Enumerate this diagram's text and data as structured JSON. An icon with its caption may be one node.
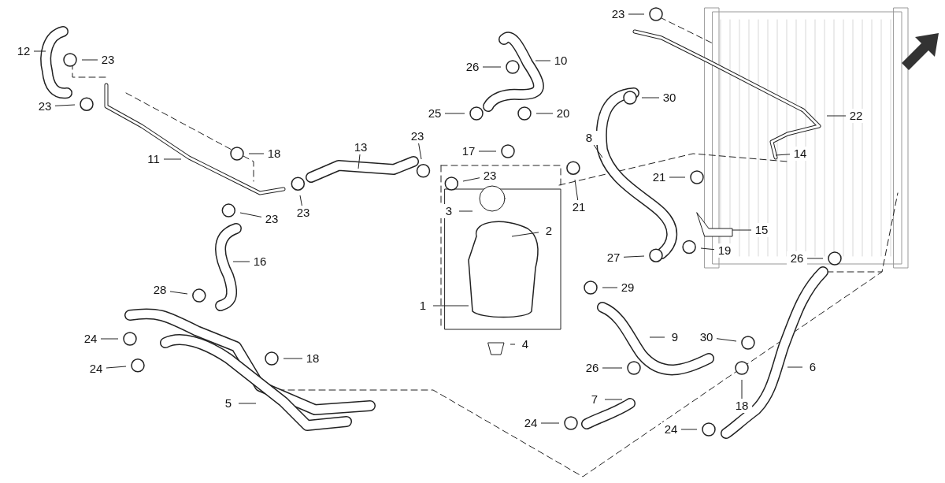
{
  "diagram": {
    "nodes": [
      {
        "text": [
          "12"
        ]
      },
      {
        "text": [
          "23"
        ]
      },
      {
        "text": [
          "23"
        ]
      },
      {
        "text": [
          "11"
        ]
      },
      {
        "text": [
          "18"
        ]
      },
      {
        "text": [
          "13"
        ]
      },
      {
        "text": [
          "23"
        ]
      },
      {
        "text": [
          "23"
        ]
      },
      {
        "text": [
          "23"
        ]
      },
      {
        "text": [
          "16"
        ]
      },
      {
        "text": [
          "28"
        ]
      },
      {
        "text": [
          "24"
        ]
      },
      {
        "text": [
          "24"
        ]
      },
      {
        "text": [
          "18"
        ]
      },
      {
        "text": [
          "5"
        ]
      },
      {
        "text": [
          "26"
        ]
      },
      {
        "text": [
          "10"
        ]
      },
      {
        "text": [
          "25"
        ]
      },
      {
        "text": [
          "20"
        ]
      },
      {
        "text": [
          "17"
        ]
      },
      {
        "text": [
          "23"
        ]
      },
      {
        "text": [
          "3"
        ]
      },
      {
        "text": [
          "2"
        ]
      },
      {
        "text": [
          "1"
        ]
      },
      {
        "text": [
          "4"
        ]
      },
      {
        "text": [
          "23"
        ]
      },
      {
        "text": [
          "30"
        ]
      },
      {
        "text": [
          "8"
        ]
      },
      {
        "text": [
          "22"
        ]
      },
      {
        "text": [
          "14"
        ]
      },
      {
        "text": [
          "21"
        ]
      },
      {
        "text": [
          "21"
        ]
      },
      {
        "text": [
          "15"
        ]
      },
      {
        "text": [
          "27"
        ]
      },
      {
        "text": [
          "19"
        ]
      },
      {
        "text": [
          "26"
        ]
      },
      {
        "text": [
          "29"
        ]
      },
      {
        "text": [
          "9"
        ]
      },
      {
        "text": [
          "30"
        ]
      },
      {
        "text": [
          "26"
        ]
      },
      {
        "text": [
          "6"
        ]
      },
      {
        "text": [
          "18"
        ]
      },
      {
        "text": [
          "7"
        ]
      },
      {
        "text": [
          "24"
        ]
      },
      {
        "text": [
          "24"
        ]
      }
    ],
    "edges": [
      {
        "from": 0,
        "to": null,
        "arrow": "none"
      },
      {
        "from": 1,
        "to": null,
        "arrow": "none"
      },
      {
        "from": 2,
        "to": null,
        "arrow": "none"
      },
      {
        "from": 3,
        "to": null,
        "arrow": "none"
      },
      {
        "from": 4,
        "to": null,
        "arrow": "none"
      },
      {
        "from": 5,
        "to": null,
        "arrow": "none"
      },
      {
        "from": 6,
        "to": null,
        "arrow": "none"
      },
      {
        "from": 7,
        "to": null,
        "arrow": "none"
      },
      {
        "from": 8,
        "to": null,
        "arrow": "none"
      },
      {
        "from": 9,
        "to": null,
        "arrow": "none"
      },
      {
        "from": 10,
        "to": null,
        "arrow": "none"
      },
      {
        "from": 11,
        "to": null,
        "arrow": "none"
      },
      {
        "from": 12,
        "to": null,
        "arrow": "none"
      },
      {
        "from": 13,
        "to": null,
        "arrow": "none"
      },
      {
        "from": 14,
        "to": null,
        "arrow": "none"
      },
      {
        "from": 15,
        "to": null,
        "arrow": "none"
      },
      {
        "from": 16,
        "to": null,
        "arrow": "none"
      },
      {
        "from": 17,
        "to": null,
        "arrow": "none"
      },
      {
        "from": 18,
        "to": null,
        "arrow": "none"
      },
      {
        "from": 19,
        "to": null,
        "arrow": "none"
      },
      {
        "from": 20,
        "to": null,
        "arrow": "none"
      },
      {
        "from": 21,
        "to": null,
        "arrow": "none"
      },
      {
        "from": 22,
        "to": null,
        "arrow": "none"
      },
      {
        "from": 23,
        "to": null,
        "arrow": "none"
      },
      {
        "from": 24,
        "to": null,
        "arrow": "none"
      },
      {
        "from": 25,
        "to": null,
        "arrow": "none"
      },
      {
        "from": 26,
        "to": null,
        "arrow": "none"
      },
      {
        "from": 27,
        "to": null,
        "arrow": "none"
      },
      {
        "from": 28,
        "to": null,
        "arrow": "none"
      },
      {
        "from": 29,
        "to": null,
        "arrow": "none"
      },
      {
        "from": 30,
        "to": null,
        "arrow": "none"
      },
      {
        "from": 31,
        "to": null,
        "arrow": "none"
      },
      {
        "from": 32,
        "to": null,
        "arrow": "none"
      },
      {
        "from": 33,
        "to": null,
        "arrow": "none"
      },
      {
        "from": 34,
        "to": null,
        "arrow": "none"
      },
      {
        "from": 35,
        "to": null,
        "arrow": "none"
      },
      {
        "from": 36,
        "to": null,
        "arrow": "none"
      },
      {
        "from": 37,
        "to": null,
        "arrow": "none"
      },
      {
        "from": 38,
        "to": null,
        "arrow": "none"
      },
      {
        "from": 39,
        "to": null,
        "arrow": "none"
      },
      {
        "from": 40,
        "to": null,
        "arrow": "none"
      },
      {
        "from": 41,
        "to": null,
        "arrow": "none"
      },
      {
        "from": 42,
        "to": null,
        "arrow": "none"
      },
      {
        "from": 43,
        "to": null,
        "arrow": "none"
      },
      {
        "from": 44,
        "to": null,
        "arrow": "none"
      }
    ]
  }
}
